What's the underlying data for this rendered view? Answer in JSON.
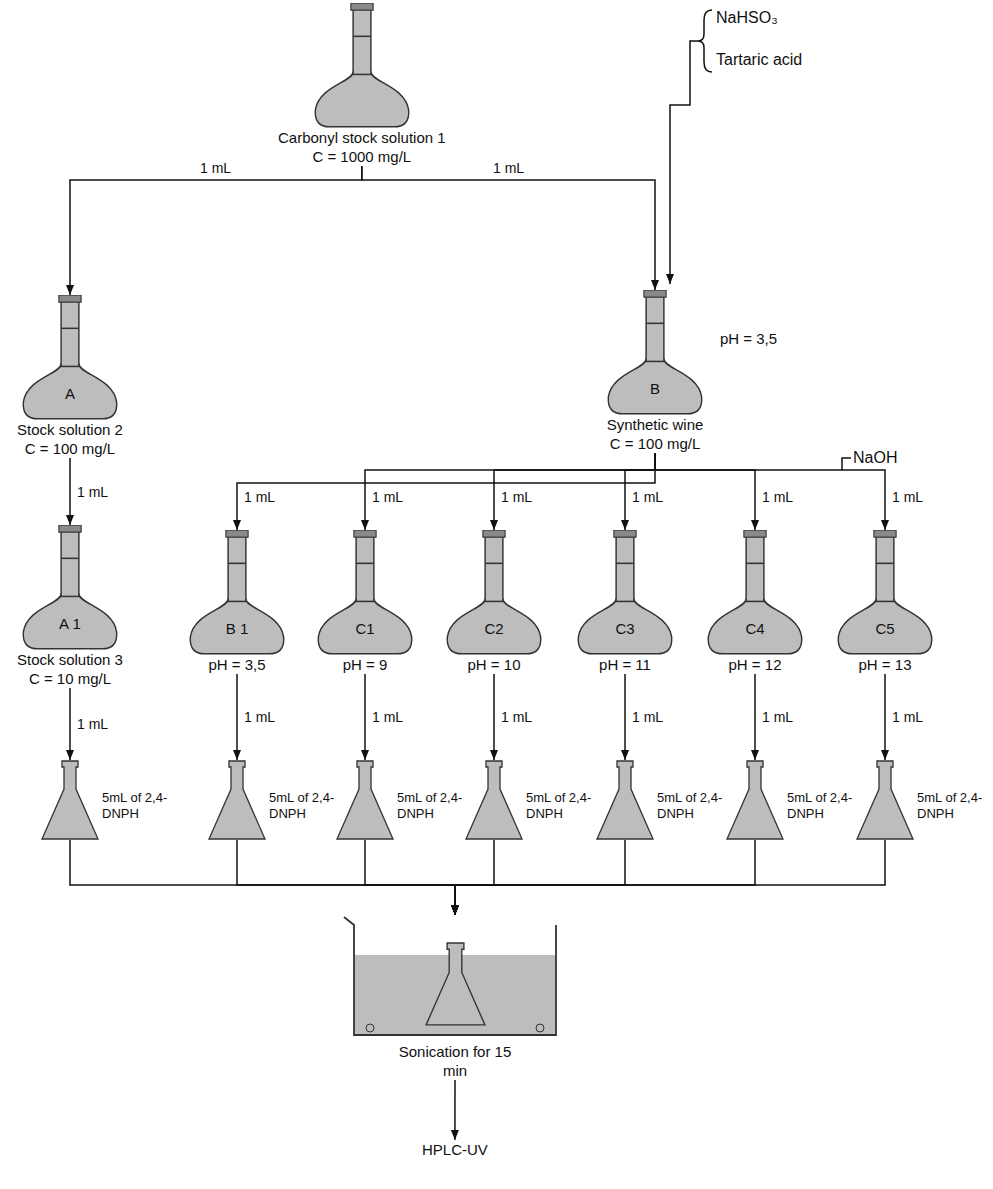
{
  "diagram": {
    "nodes": [
      {
        "text": [
          "Carbonyl stock solution 1",
          "C = 1000 mg/L"
        ]
      },
      {
        "text": [
          "A",
          "Stock solution 2",
          "C = 100 mg/L"
        ]
      },
      {
        "text": [
          "B",
          "pH = 3,5",
          "Synthetic wine",
          "C = 100 mg/L"
        ]
      },
      {
        "text": [
          "A 1",
          "Stock solution 3",
          "C = 10 mg/L"
        ]
      },
      {
        "text": [
          "B 1",
          "pH = 3,5"
        ]
      },
      {
        "text": [
          "C1",
          "pH = 9"
        ]
      },
      {
        "text": [
          "C2",
          "pH = 10"
        ]
      },
      {
        "text": [
          "C3",
          "pH = 11"
        ]
      },
      {
        "text": [
          "C4",
          "pH = 12"
        ]
      },
      {
        "text": [
          "C5",
          "pH = 13"
        ]
      },
      {
        "text": [
          "5mL of 2,4-DNPH"
        ]
      },
      {
        "text": [
          "5mL of 2,4-DNPH"
        ]
      },
      {
        "text": [
          "5mL of 2,4-DNPH"
        ]
      },
      {
        "text": [
          "5mL of 2,4-DNPH"
        ]
      },
      {
        "text": [
          "5mL of 2,4-DNPH"
        ]
      },
      {
        "text": [
          "5mL of 2,4-DNPH"
        ]
      },
      {
        "text": [
          "5mL of 2,4-DNPH"
        ]
      },
      {
        "text": [
          "Sonication for 15 min"
        ]
      },
      {
        "text": [
          "HPLC-UV"
        ]
      }
    ],
    "edges": [
      {
        "from": 0,
        "to": 1,
        "arrow": "to",
        "label": "1 mL"
      },
      {
        "from": 0,
        "to": 2,
        "arrow": "to",
        "label": "1 mL"
      },
      {
        "from": 1,
        "to": 3,
        "arrow": "to",
        "label": "1 mL"
      },
      {
        "from": 2,
        "to": 4,
        "arrow": "to",
        "label": "1 mL"
      },
      {
        "from": 2,
        "to": 5,
        "arrow": "to",
        "label": "1 mL"
      },
      {
        "from": 2,
        "to": 6,
        "arrow": "to",
        "label": "1 mL"
      },
      {
        "from": 2,
        "to": 7,
        "arrow": "to",
        "label": "1 mL"
      },
      {
        "from": 2,
        "to": 8,
        "arrow": "to",
        "label": "1 mL"
      },
      {
        "from": 2,
        "to": 9,
        "arrow": "to",
        "label": "1 mL"
      },
      {
        "from": 3,
        "to": 10,
        "arrow": "to",
        "label": "1 mL"
      },
      {
        "from": 4,
        "to": 11,
        "arrow": "to",
        "label": "1 mL"
      },
      {
        "from": 5,
        "to": 12,
        "arrow": "to",
        "label": "1 mL"
      },
      {
        "from": 6,
        "to": 13,
        "arrow": "to",
        "label": "1 mL"
      },
      {
        "from": 7,
        "to": 14,
        "arrow": "to",
        "label": "1 mL"
      },
      {
        "from": 8,
        "to": 15,
        "arrow": "to",
        "label": "1 mL"
      },
      {
        "from": 9,
        "to": 16,
        "arrow": "to",
        "label": "1 mL"
      },
      {
        "from": 10,
        "to": 17,
        "arrow": "to"
      },
      {
        "from": 11,
        "to": 17,
        "arrow": "to"
      },
      {
        "from": 12,
        "to": 17,
        "arrow": "to"
      },
      {
        "from": 13,
        "to": 17,
        "arrow": "to"
      },
      {
        "from": 14,
        "to": 17,
        "arrow": "to"
      },
      {
        "from": 15,
        "to": 17,
        "arrow": "to"
      },
      {
        "from": 16,
        "to": 17,
        "arrow": "to"
      },
      {
        "from": 17,
        "to": 18,
        "arrow": "to"
      }
    ],
    "labels": [
      "NaHSO₃",
      "Tartaric acid",
      "NaOH"
    ]
  }
}
